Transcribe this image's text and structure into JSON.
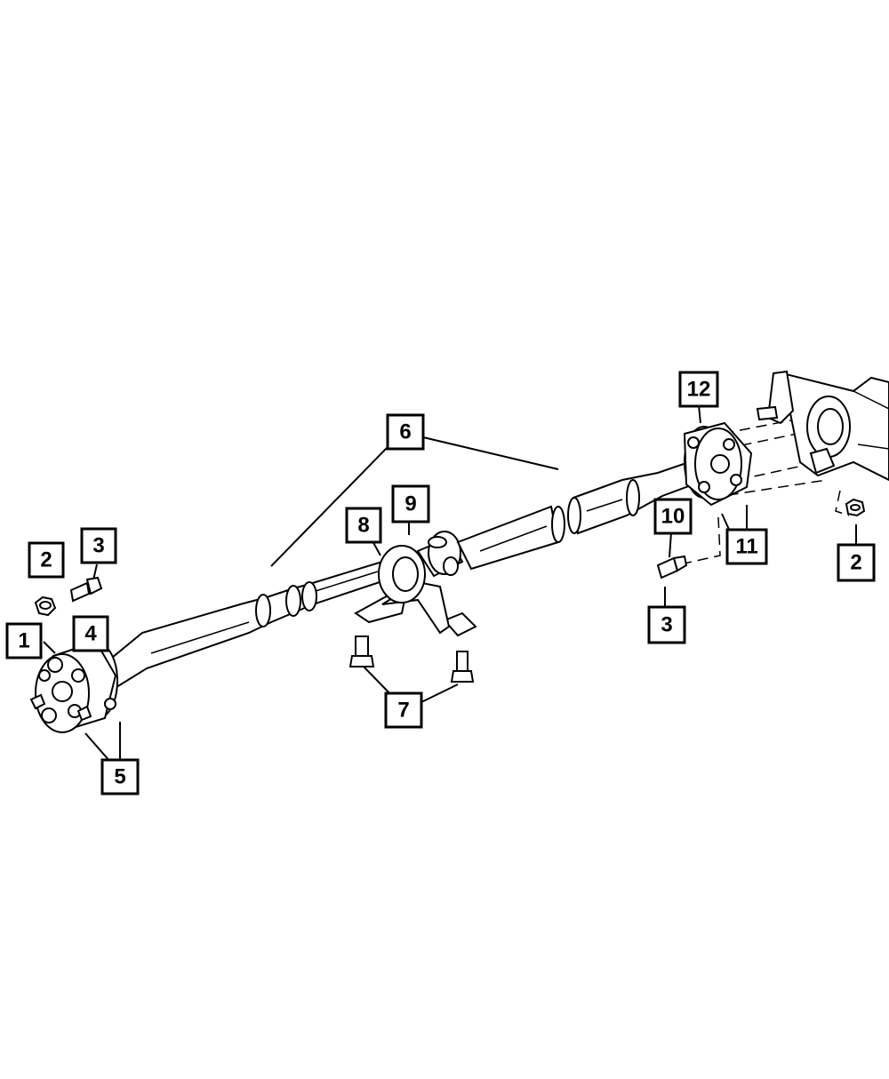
{
  "callouts": {
    "c1": "1",
    "c2_left": "2",
    "c2_right": "2",
    "c3_left": "3",
    "c3_right": "3",
    "c4": "4",
    "c5": "5",
    "c6": "6",
    "c7": "7",
    "c8": "8",
    "c9": "9",
    "c10": "10",
    "c11": "11",
    "c12": "12"
  }
}
